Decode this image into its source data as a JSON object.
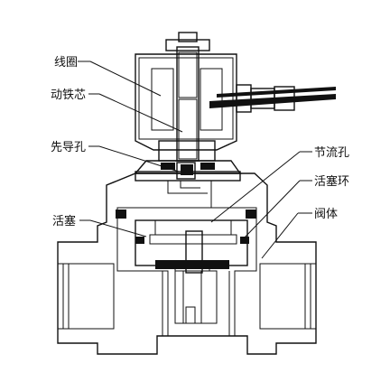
{
  "labels": {
    "coil": "线圈",
    "moving_core": "动铁芯",
    "pilot_hole": "先导孔",
    "throttle_hole": "节流孔",
    "piston_ring": "活塞环",
    "piston": "活塞",
    "valve_body": "阀体"
  },
  "colors": {
    "ink": "#111111",
    "background": "#ffffff",
    "seal": "#111111"
  }
}
